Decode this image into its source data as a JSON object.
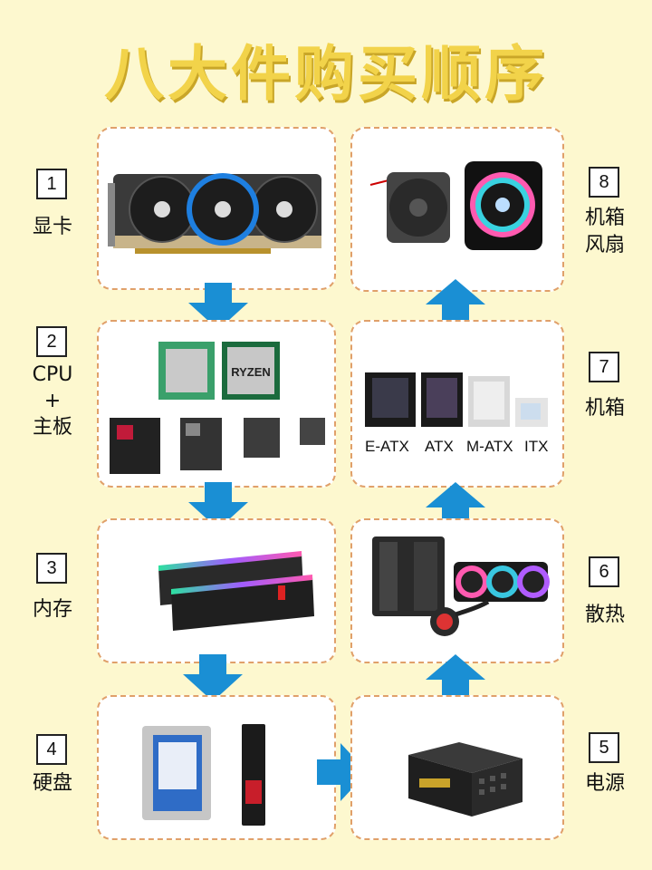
{
  "title": "八大件购买顺序",
  "steps": [
    {
      "num": "1",
      "label": "显卡"
    },
    {
      "num": "2",
      "label_lines": [
        "CPU",
        "+",
        "主板"
      ]
    },
    {
      "num": "3",
      "label": "内存"
    },
    {
      "num": "4",
      "label": "硬盘"
    },
    {
      "num": "5",
      "label": "电源"
    },
    {
      "num": "6",
      "label": "散热"
    },
    {
      "num": "7",
      "label": "机箱"
    },
    {
      "num": "8",
      "label_lines": [
        "机箱",
        "风扇"
      ]
    }
  ],
  "case_sizes": [
    "E-ATX",
    "ATX",
    "M-ATX",
    "ITX"
  ],
  "cpu_brand_text": "RYZEN",
  "colors": {
    "background": "#fdf8cf",
    "title": "#f2d34a",
    "arrow": "#1a8fd4",
    "card_border": "#e0a06a"
  }
}
